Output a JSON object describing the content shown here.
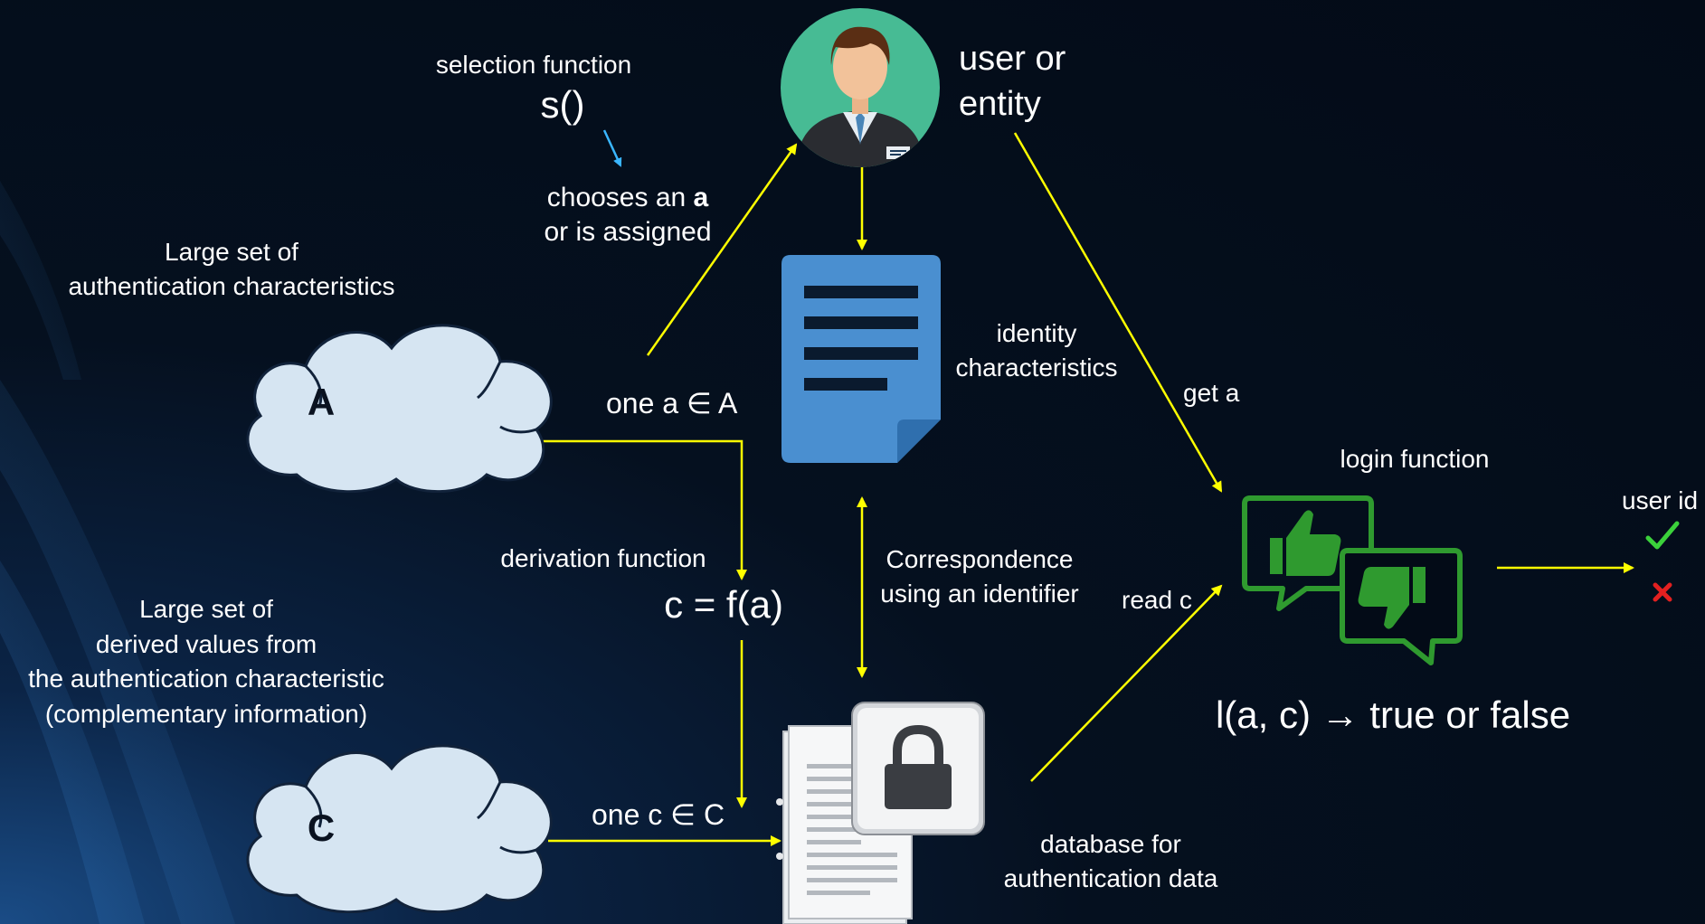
{
  "labels": {
    "selection_function": "selection function",
    "selection_symbol": "s()",
    "chooses_prefix": "chooses an ",
    "chooses_var": "a",
    "or_is_assigned": "or is assigned",
    "user_line1": "user or",
    "user_line2": "entity",
    "large_set_a_line1": "Large set of",
    "large_set_a_line2": "authentication characteristics",
    "cloud_a": "A",
    "one_a": "one a ∈ A",
    "identity_line1": "identity",
    "identity_line2": "characteristics",
    "get_a": "get a",
    "login_function": "login function",
    "user_id": "user id",
    "derivation_function": "derivation function",
    "c_equals": "c = f(a)",
    "correspondence_line1": "Correspondence",
    "correspondence_line2": "using an identifier",
    "read_c": "read c",
    "large_set_c_line1": "Large set of",
    "large_set_c_line2": "derived values from",
    "large_set_c_line3": "the authentication characteristic",
    "large_set_c_line4": "(complementary information)",
    "cloud_c": "C",
    "one_c": "one c ∈ C",
    "login_formula": "l(a, c) → true or false",
    "database_line1": "database for",
    "database_line2": "authentication data"
  },
  "colors": {
    "arrow": "#ffff00",
    "small_arrow": "#3ab6ff",
    "cloud_fill": "#d6e5f2",
    "avatar_bg": "#47bb94",
    "document": "#4a8fd0",
    "thumbs": "#2f9a2f",
    "check": "#3bd13b",
    "cross": "#e32020"
  },
  "icons": {
    "user": "user-avatar-icon",
    "document": "document-icon",
    "database": "locked-database-icon",
    "login": "thumbs-up-down-icon",
    "success": "check-icon",
    "failure": "cross-icon"
  }
}
